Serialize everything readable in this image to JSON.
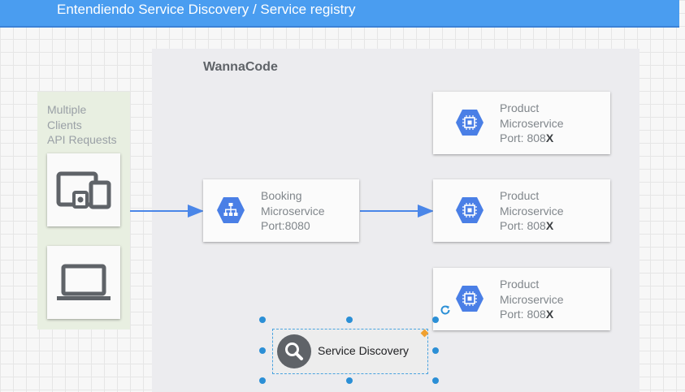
{
  "header": {
    "title": "Entendiendo Service Discovery / Service registry"
  },
  "canvas": {
    "org_label": "WannaCode"
  },
  "clients": {
    "lines": [
      "Multiple",
      "Clients",
      "API Requests"
    ],
    "devices": [
      {
        "icon": "devices-icon"
      },
      {
        "icon": "laptop-icon"
      }
    ]
  },
  "booking": {
    "lines": [
      "Booking",
      "Microservice",
      "Port:8080"
    ],
    "icon": "load-balancer-icon"
  },
  "products": [
    {
      "name": "Product",
      "type": "Microservice",
      "port_prefix": "Port: 808",
      "port_suffix": "X",
      "icon": "compute-chip-icon"
    },
    {
      "name": "Product",
      "type": "Microservice",
      "port_prefix": "Port: 808",
      "port_suffix": "X",
      "icon": "compute-chip-icon"
    },
    {
      "name": "Product",
      "type": "Microservice",
      "port_prefix": "Port: 808",
      "port_suffix": "X",
      "icon": "compute-chip-icon"
    }
  ],
  "service_discovery": {
    "label": "Service Discovery",
    "icon": "search-icon"
  },
  "colors": {
    "title_bar": "#4a9df0",
    "hexagon": "#4a7fe6",
    "arrow": "#4a86e8",
    "selection_handle": "#2b8fd6",
    "search_circle": "#5f6368"
  }
}
